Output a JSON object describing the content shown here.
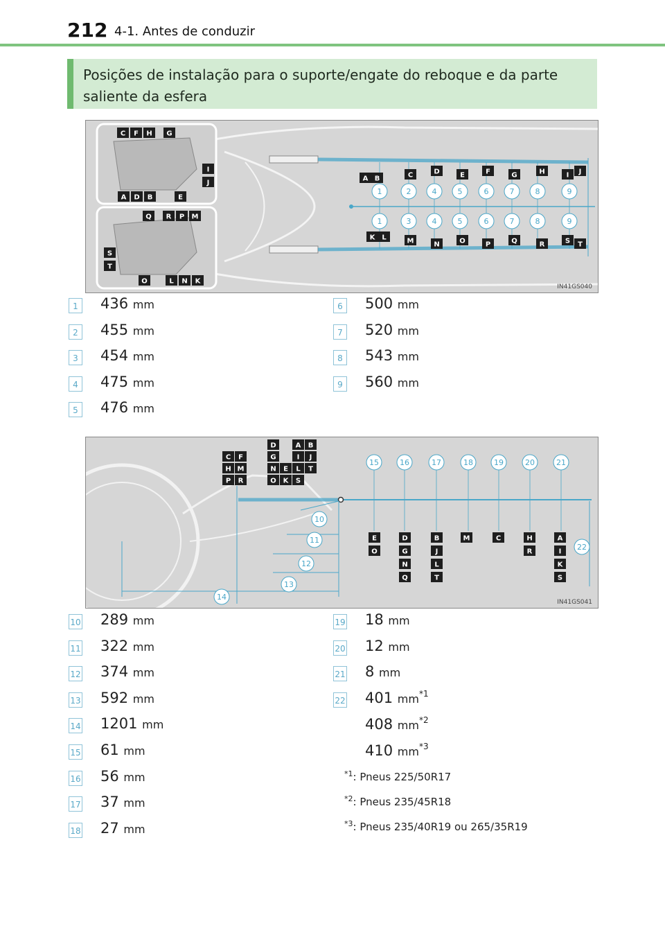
{
  "header": {
    "page_number": "212",
    "section": "4-1. Antes de conduzir"
  },
  "section_title": "Posições de instalação para o suporte/engate do reboque e da parte saliente da esfera",
  "figure1": {
    "code": "IN41GS040",
    "top_callout_labels": [
      "C",
      "F",
      "H",
      "G"
    ],
    "top_right_labels": [
      "I",
      "J"
    ],
    "top_bottom_labels": [
      "A",
      "D",
      "B",
      "E"
    ],
    "bottom_callout_labels": [
      "Q",
      "R",
      "P",
      "M"
    ],
    "bottom_left_labels": [
      "S",
      "T"
    ],
    "bottom_bottom_labels": [
      "O",
      "L",
      "N",
      "K"
    ],
    "upper_row_letters": [
      "A",
      "B",
      "C",
      "D",
      "E",
      "F",
      "G",
      "H",
      "I",
      "J"
    ],
    "upper_row_numbers": [
      "1",
      "2",
      "4",
      "5",
      "6",
      "7",
      "8",
      "9"
    ],
    "lower_row_numbers": [
      "1",
      "3",
      "4",
      "5",
      "6",
      "7",
      "8",
      "9"
    ],
    "lower_row_letters": [
      "K",
      "L",
      "M",
      "N",
      "O",
      "P",
      "Q",
      "R",
      "S",
      "T"
    ]
  },
  "measurements1_left": [
    {
      "num": "1",
      "value": "436",
      "unit": "mm"
    },
    {
      "num": "2",
      "value": "455",
      "unit": "mm"
    },
    {
      "num": "3",
      "value": "454",
      "unit": "mm"
    },
    {
      "num": "4",
      "value": "475",
      "unit": "mm"
    },
    {
      "num": "5",
      "value": "476",
      "unit": "mm"
    }
  ],
  "measurements1_right": [
    {
      "num": "6",
      "value": "500",
      "unit": "mm"
    },
    {
      "num": "7",
      "value": "520",
      "unit": "mm"
    },
    {
      "num": "8",
      "value": "543",
      "unit": "mm"
    },
    {
      "num": "9",
      "value": "560",
      "unit": "mm"
    }
  ],
  "figure2": {
    "code": "IN41GS041",
    "group1": [
      "C",
      "F",
      "H",
      "M",
      "P",
      "R"
    ],
    "group2": [
      "D",
      "G",
      "N",
      "E",
      "Q",
      "O",
      "K",
      "S"
    ],
    "group3": [
      "A",
      "B",
      "I",
      "J",
      "L",
      "T"
    ],
    "top_numbers": [
      "15",
      "16",
      "17",
      "18",
      "19",
      "20",
      "21"
    ],
    "dim_numbers": [
      "10",
      "11",
      "12",
      "13",
      "14",
      "22"
    ],
    "col_E": [
      "E",
      "O"
    ],
    "col_D": [
      "D",
      "G",
      "N",
      "Q"
    ],
    "col_B": [
      "B",
      "J",
      "L",
      "T"
    ],
    "col_M": [
      "M"
    ],
    "col_C": [
      "C"
    ],
    "col_H": [
      "H",
      "R"
    ],
    "col_A": [
      "A",
      "I",
      "K",
      "S"
    ]
  },
  "measurements2_left": [
    {
      "num": "10",
      "value": "289",
      "unit": "mm"
    },
    {
      "num": "11",
      "value": "322",
      "unit": "mm"
    },
    {
      "num": "12",
      "value": "374",
      "unit": "mm"
    },
    {
      "num": "13",
      "value": "592",
      "unit": "mm"
    },
    {
      "num": "14",
      "value": "1201",
      "unit": "mm"
    },
    {
      "num": "15",
      "value": "61",
      "unit": "mm"
    },
    {
      "num": "16",
      "value": "56",
      "unit": "mm"
    },
    {
      "num": "17",
      "value": "37",
      "unit": "mm"
    },
    {
      "num": "18",
      "value": "27",
      "unit": "mm"
    }
  ],
  "measurements2_right": [
    {
      "num": "19",
      "value": "18",
      "unit": "mm"
    },
    {
      "num": "20",
      "value": "12",
      "unit": "mm"
    },
    {
      "num": "21",
      "value": "8",
      "unit": "mm"
    },
    {
      "num": "22",
      "value": "401",
      "unit": "mm",
      "star": "*1"
    }
  ],
  "extra_values": [
    {
      "value": "408",
      "unit": "mm",
      "star": "*2"
    },
    {
      "value": "410",
      "unit": "mm",
      "star": "*3"
    }
  ],
  "footnotes": [
    {
      "mark": "*1",
      "text": ": Pneus 225/50R17"
    },
    {
      "mark": "*2",
      "text": ": Pneus 235/45R18"
    },
    {
      "mark": "*3",
      "text": ": Pneus 235/40R19 ou 265/35R19"
    }
  ],
  "colors": {
    "accent_green": "#7fc47f",
    "box_green": "#d3ebd3",
    "label_dark": "#1e1e1e",
    "callout_blue": "#4aa7c9",
    "figure_bg": "#d6d6d6"
  }
}
